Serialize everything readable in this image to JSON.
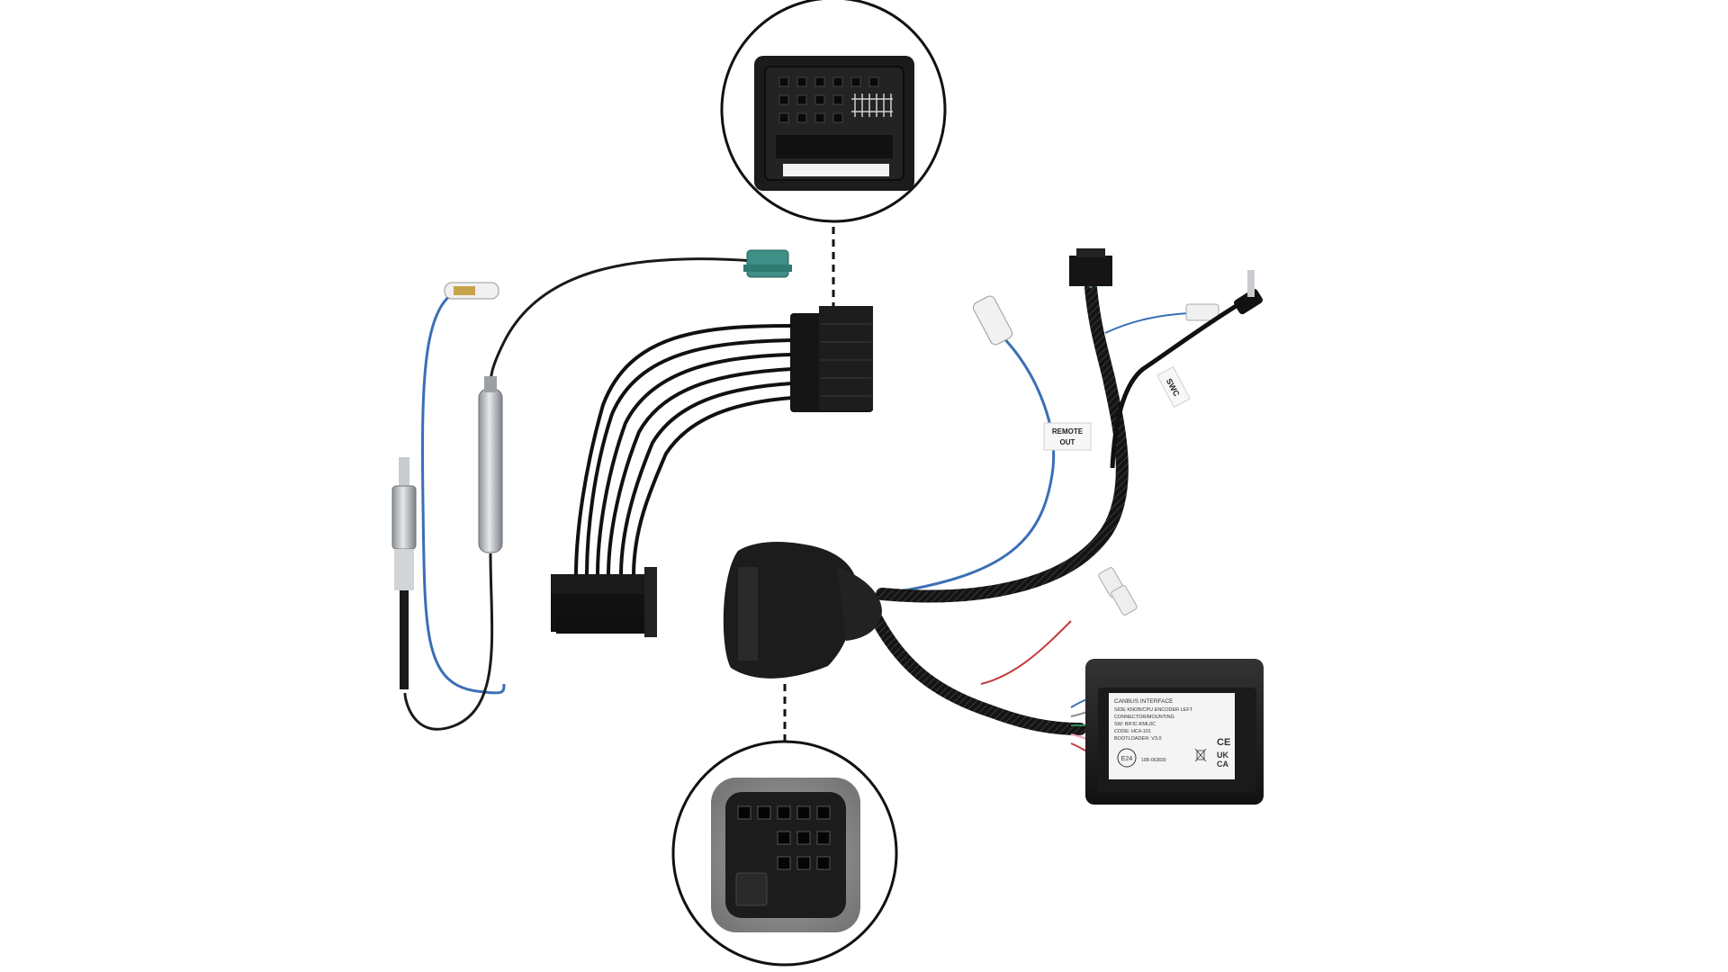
{
  "tags": {
    "remote_out_line1": "REMOTE",
    "remote_out_line2": "OUT",
    "swc": "SWC"
  },
  "module_label": {
    "line1": "CANBUS INTERFACE",
    "line2": "SIDE KNOB/CPU ENCODER LEFT",
    "line3": "CONNECTOR/MOUNTING",
    "line4": "SW: B/FIC-KML0C",
    "line5": "CODE: HC4-101",
    "line6": "BOOTLOADER: V3.0",
    "ece_mark": "E24",
    "ece_number": "10R-063830",
    "ce_mark": "CE",
    "ukca_line1": "UK",
    "ukca_line2": "CA"
  },
  "colors": {
    "cable_black": "#1a1a1a",
    "connector_black": "#151515",
    "fakra_teal": "#3e8f86",
    "antenna_silver": "#b8bcc0",
    "blue_wire": "#3a6fb5",
    "foam_black": "#1c1c1c",
    "foam_grey": "#8a8a8a",
    "module_body": "#1e1e1e",
    "label_white": "#f4f4f4"
  }
}
